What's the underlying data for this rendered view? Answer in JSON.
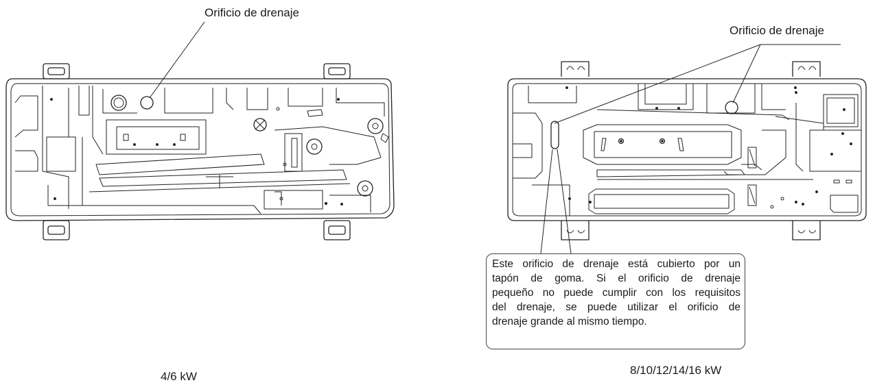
{
  "left_unit": {
    "callout": "Orificio de drenaje",
    "caption": "4/6 kW"
  },
  "right_unit": {
    "callout": "Orificio de drenaje",
    "caption": "8/10/12/14/16 kW",
    "note_lines": [
      "Este orificio de drenaje está cubierto por un",
      "tapón de goma. Si el orificio de drenaje",
      "pequeño no puede cumplir con los requisitos",
      "del drenaje, se puede utilizar el orificio de",
      "drenaje grande al mismo tiempo."
    ]
  }
}
